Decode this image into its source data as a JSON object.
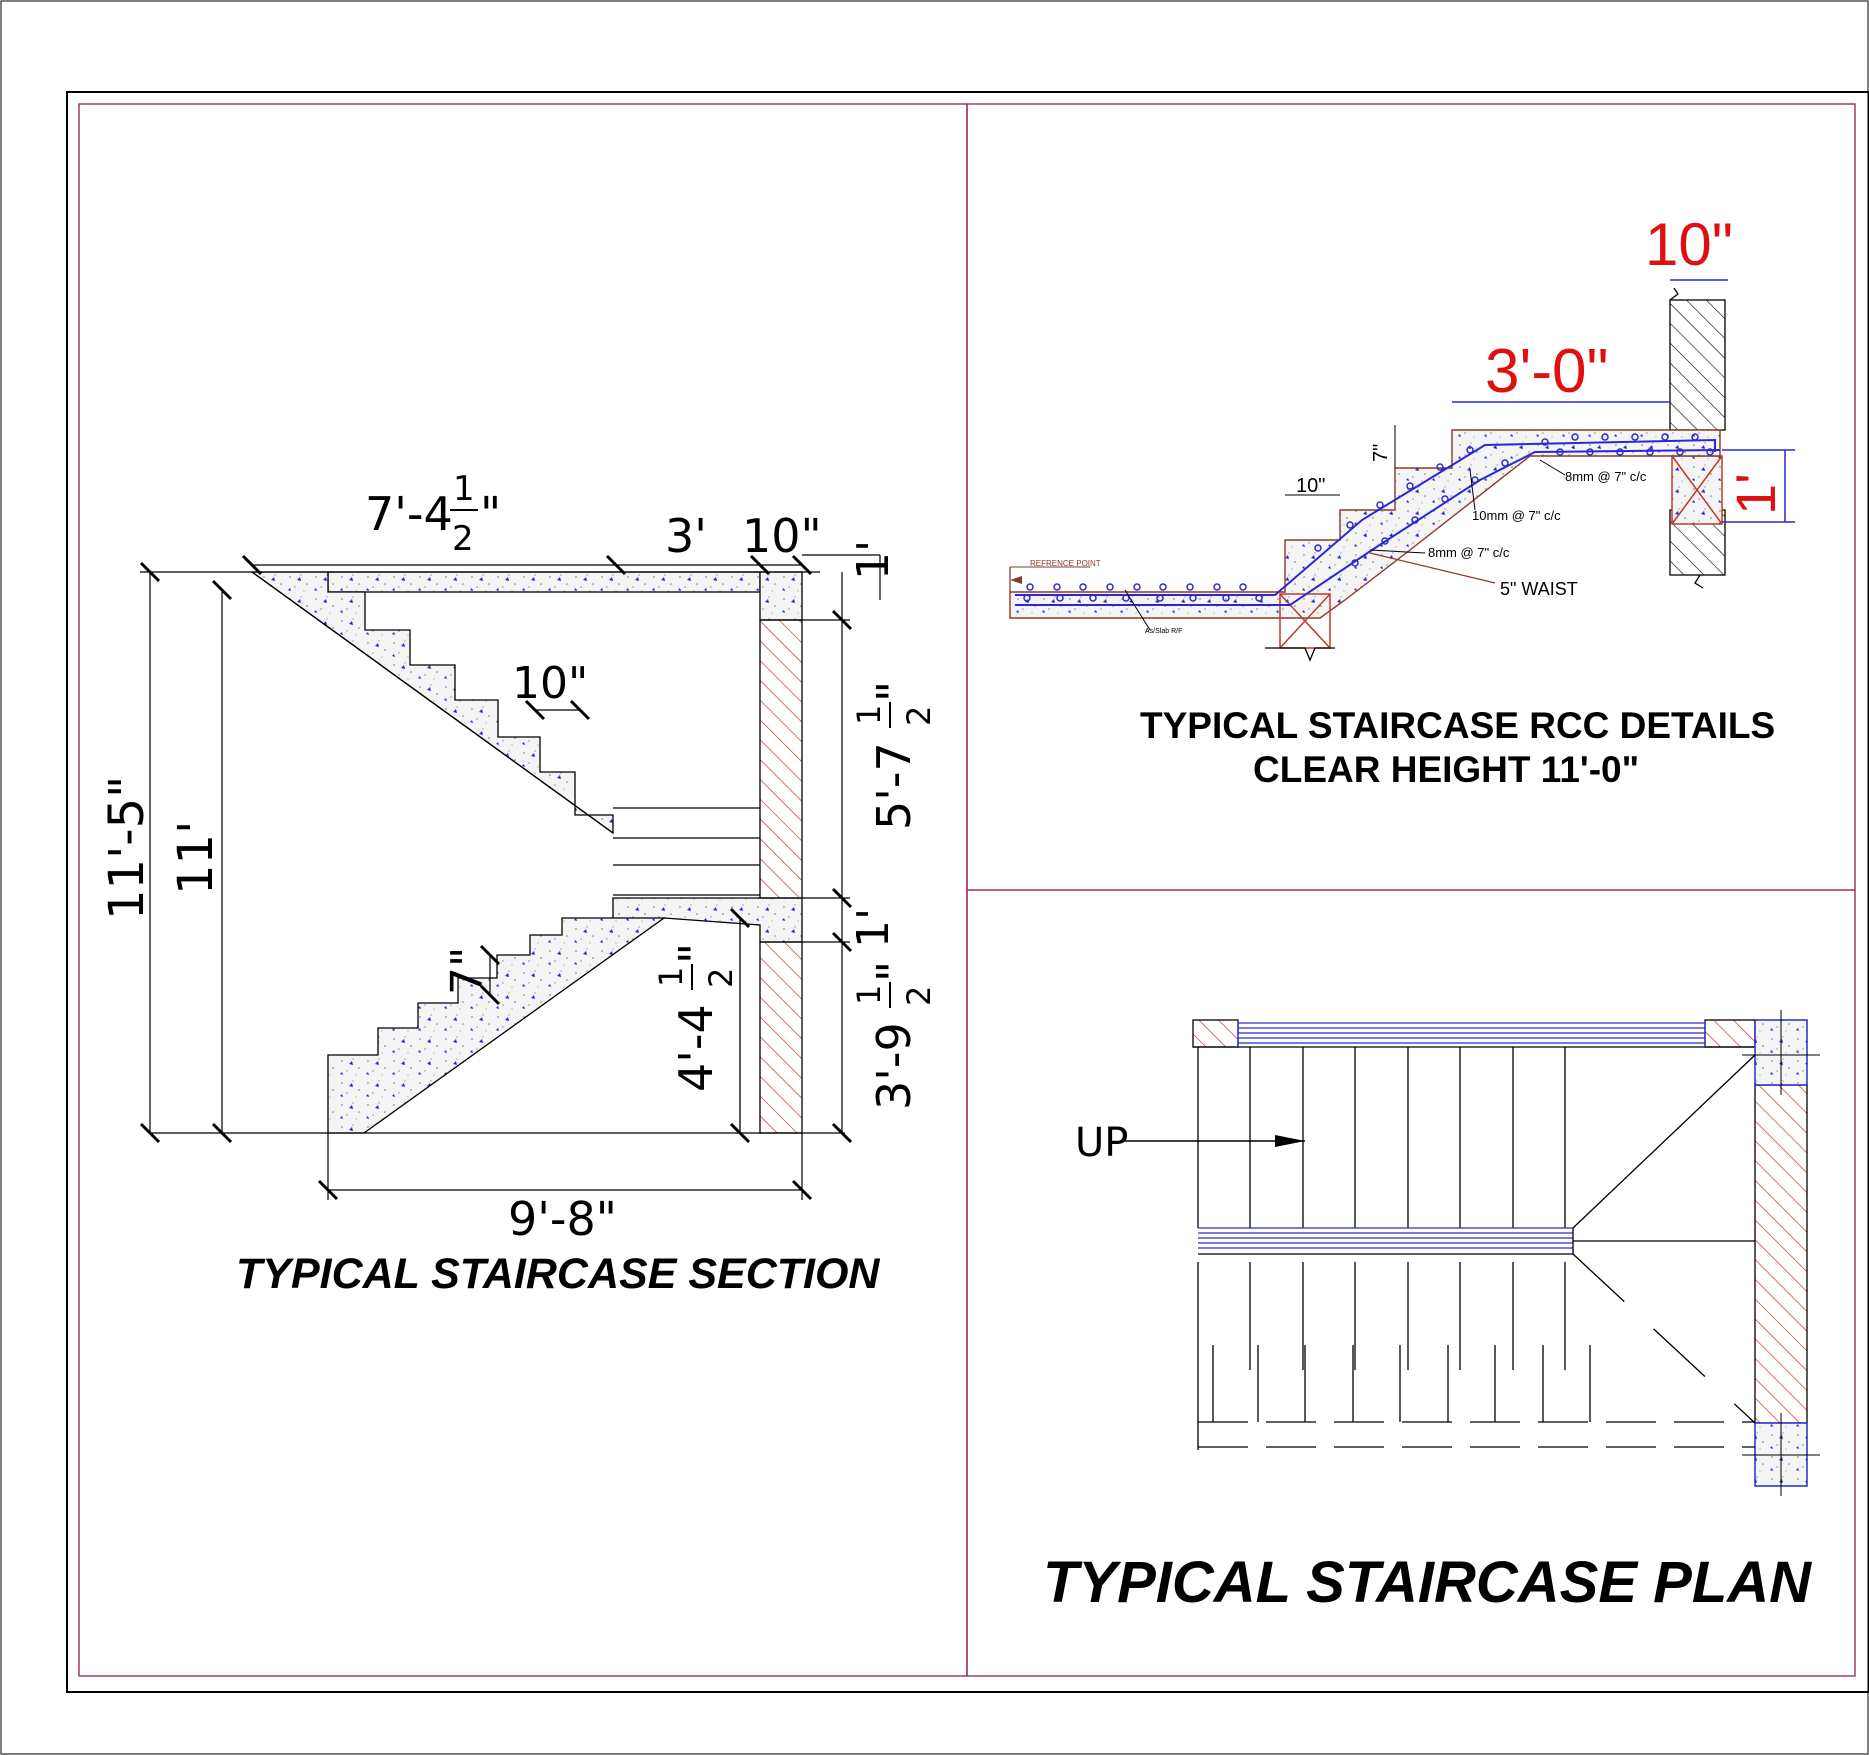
{
  "section": {
    "title": "TYPICAL STAIRCASE SECTION",
    "dims": {
      "top_flight": "7'-4",
      "top_flight_fraction_num": "1",
      "top_flight_fraction_den": "2",
      "top_flight_fraction_unit": "\"",
      "landing": "3'",
      "wall": "10\"",
      "slab": "1'",
      "total_height": "11'-5\"",
      "clear_height": "11'",
      "tread": "10\"",
      "riser": "7\"",
      "upper_height": "5'-7",
      "upper_height_num": "1",
      "upper_height_den": "2",
      "upper_height_unit": "\"",
      "mid_slab": "1'",
      "lower_height": "3'-9",
      "lower_height_num": "1",
      "lower_height_den": "2",
      "lower_height_unit": "\"",
      "lower_flight": "4'-4",
      "lower_flight_num": "1",
      "lower_flight_den": "2",
      "lower_flight_unit": "\"",
      "base_width": "9'-8\""
    }
  },
  "rcc": {
    "title_line1": "TYPICAL STAIRCASE RCC DETAILS",
    "title_line2": "CLEAR HEIGHT 11'-0\"",
    "dims": {
      "wall_thickness": "10\"",
      "landing_length": "3'-0\"",
      "slab_depth": "1'",
      "riser": "7\"",
      "tread": "10\""
    },
    "notes": {
      "top_bar": "8mm @ 7\" c/c",
      "main_bar": "10mm @ 7\" c/c",
      "bottom_bar": "8mm @ 7\" c/c",
      "waist": "5\" WAIST",
      "reference": "REFRENCE POINT",
      "slab_rf": "As/Slab R/F"
    }
  },
  "plan": {
    "title": "TYPICAL STAIRCASE PLAN",
    "up_label": "UP"
  },
  "colors": {
    "frame": "#a0304a",
    "line": "#000000",
    "hatch": "#c0392b",
    "rebar": "#2a2ad0",
    "dim_red": "#e01010"
  }
}
